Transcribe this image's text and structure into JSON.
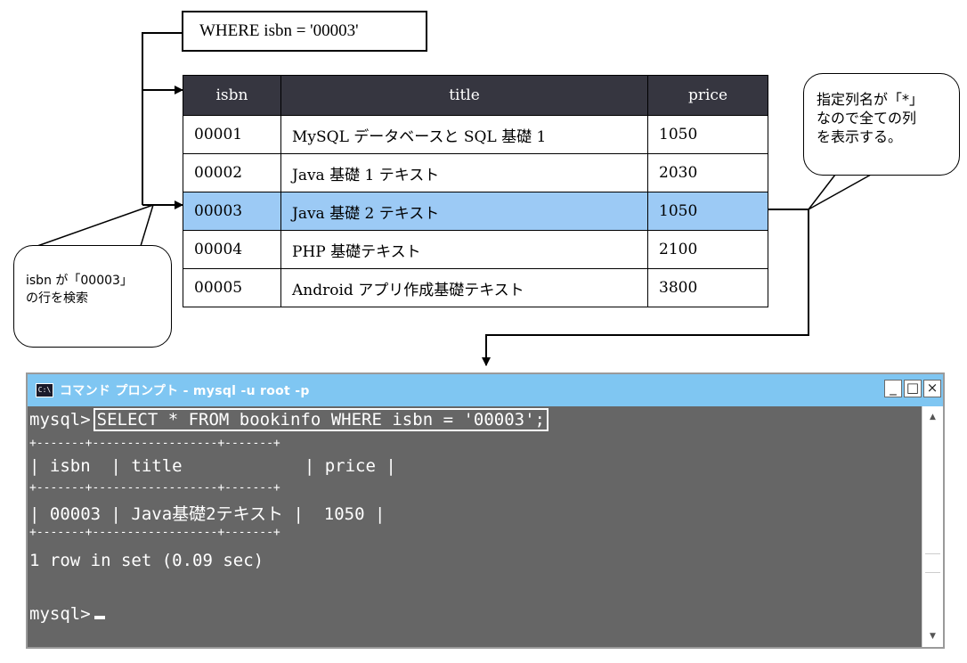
{
  "where_clause": "WHERE isbn = '00003'",
  "table": {
    "headers": [
      "isbn",
      "title",
      "price"
    ],
    "rows": [
      [
        "00001",
        "MySQL データベースと SQL 基礎 1",
        "1050"
      ],
      [
        "00002",
        "Java 基礎 1 テキスト",
        "2030"
      ],
      [
        "00003",
        "Java 基礎 2 テキスト",
        "1050"
      ],
      [
        "00004",
        "PHP 基礎テキスト",
        "2100"
      ],
      [
        "00005",
        "Android アプリ作成基礎テキスト",
        "3800"
      ]
    ],
    "highlight_color": "#9ccaf5",
    "header_color": "#363640"
  },
  "callout_left": {
    "line1": "isbn が「00003」",
    "line2": "の行を検索"
  },
  "callout_right": {
    "line1": "指定列名が「*」",
    "line2": "なので全ての列",
    "line3": "を表示する。"
  },
  "console": {
    "icon": "C:\\",
    "title": "コマンド プロンプト - mysql -u root -p",
    "buttons": {
      "minimize": "_",
      "maximize": "□",
      "close": "×"
    },
    "prompt": "mysql>",
    "query": "SELECT * FROM bookinfo WHERE isbn = '00003';",
    "separator": "+-------+------------------+-------+",
    "header_row": "| isbn  | title            | price |",
    "data_row": "| 00003 | Java基礎2テキスト |  1050 |",
    "result_summary": "1 row in set (0.09 sec)",
    "final_prompt": "mysql>",
    "titlebar_color": "#7fc6f2",
    "background_color": "#666666"
  }
}
